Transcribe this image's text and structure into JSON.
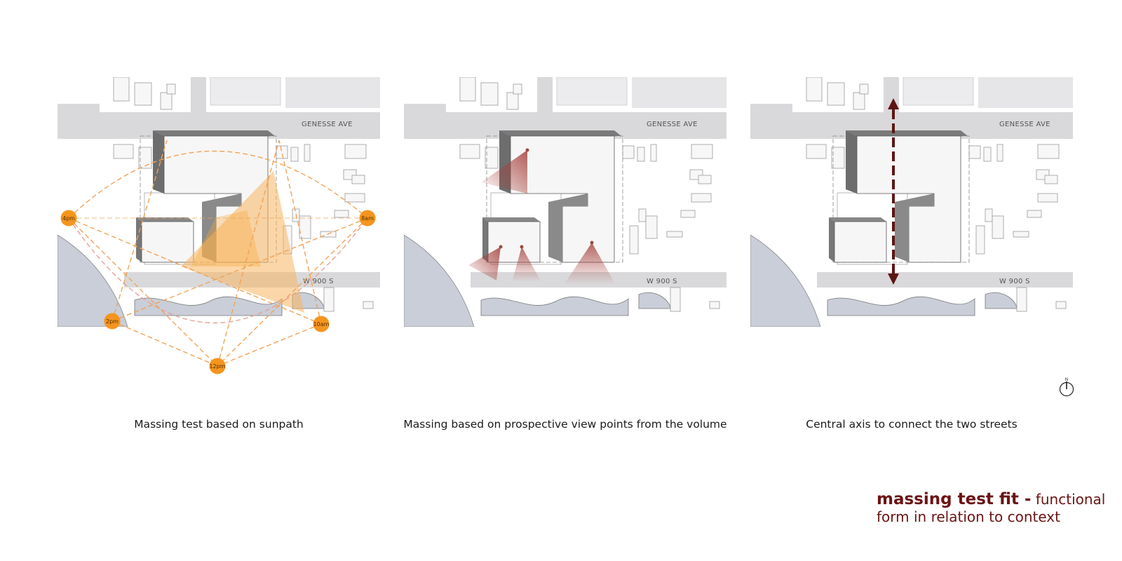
{
  "streets": {
    "north": "GENESSE AVE",
    "south": "W 900 S"
  },
  "panels": [
    {
      "id": "sunpath",
      "caption": "Massing test based on sunpath"
    },
    {
      "id": "views",
      "caption": "Massing based on prospective view points from the volume"
    },
    {
      "id": "axis",
      "caption": "Central axis to connect the two streets"
    }
  ],
  "sun_positions": [
    {
      "label": "4pm"
    },
    {
      "label": "8am"
    },
    {
      "label": "2pm"
    },
    {
      "label": "10am"
    },
    {
      "label": "12pm"
    }
  ],
  "north_arrow": {
    "label": "N"
  },
  "title": {
    "line1_bold": "massing test fit -",
    "line1_rest": " functional",
    "line2": "form in relation to context"
  },
  "colors": {
    "accent": "#6b1414",
    "sun": "#f5951f",
    "view_cone": "#b45a55",
    "street": "#d9d9db",
    "water": "#c9ced8"
  }
}
